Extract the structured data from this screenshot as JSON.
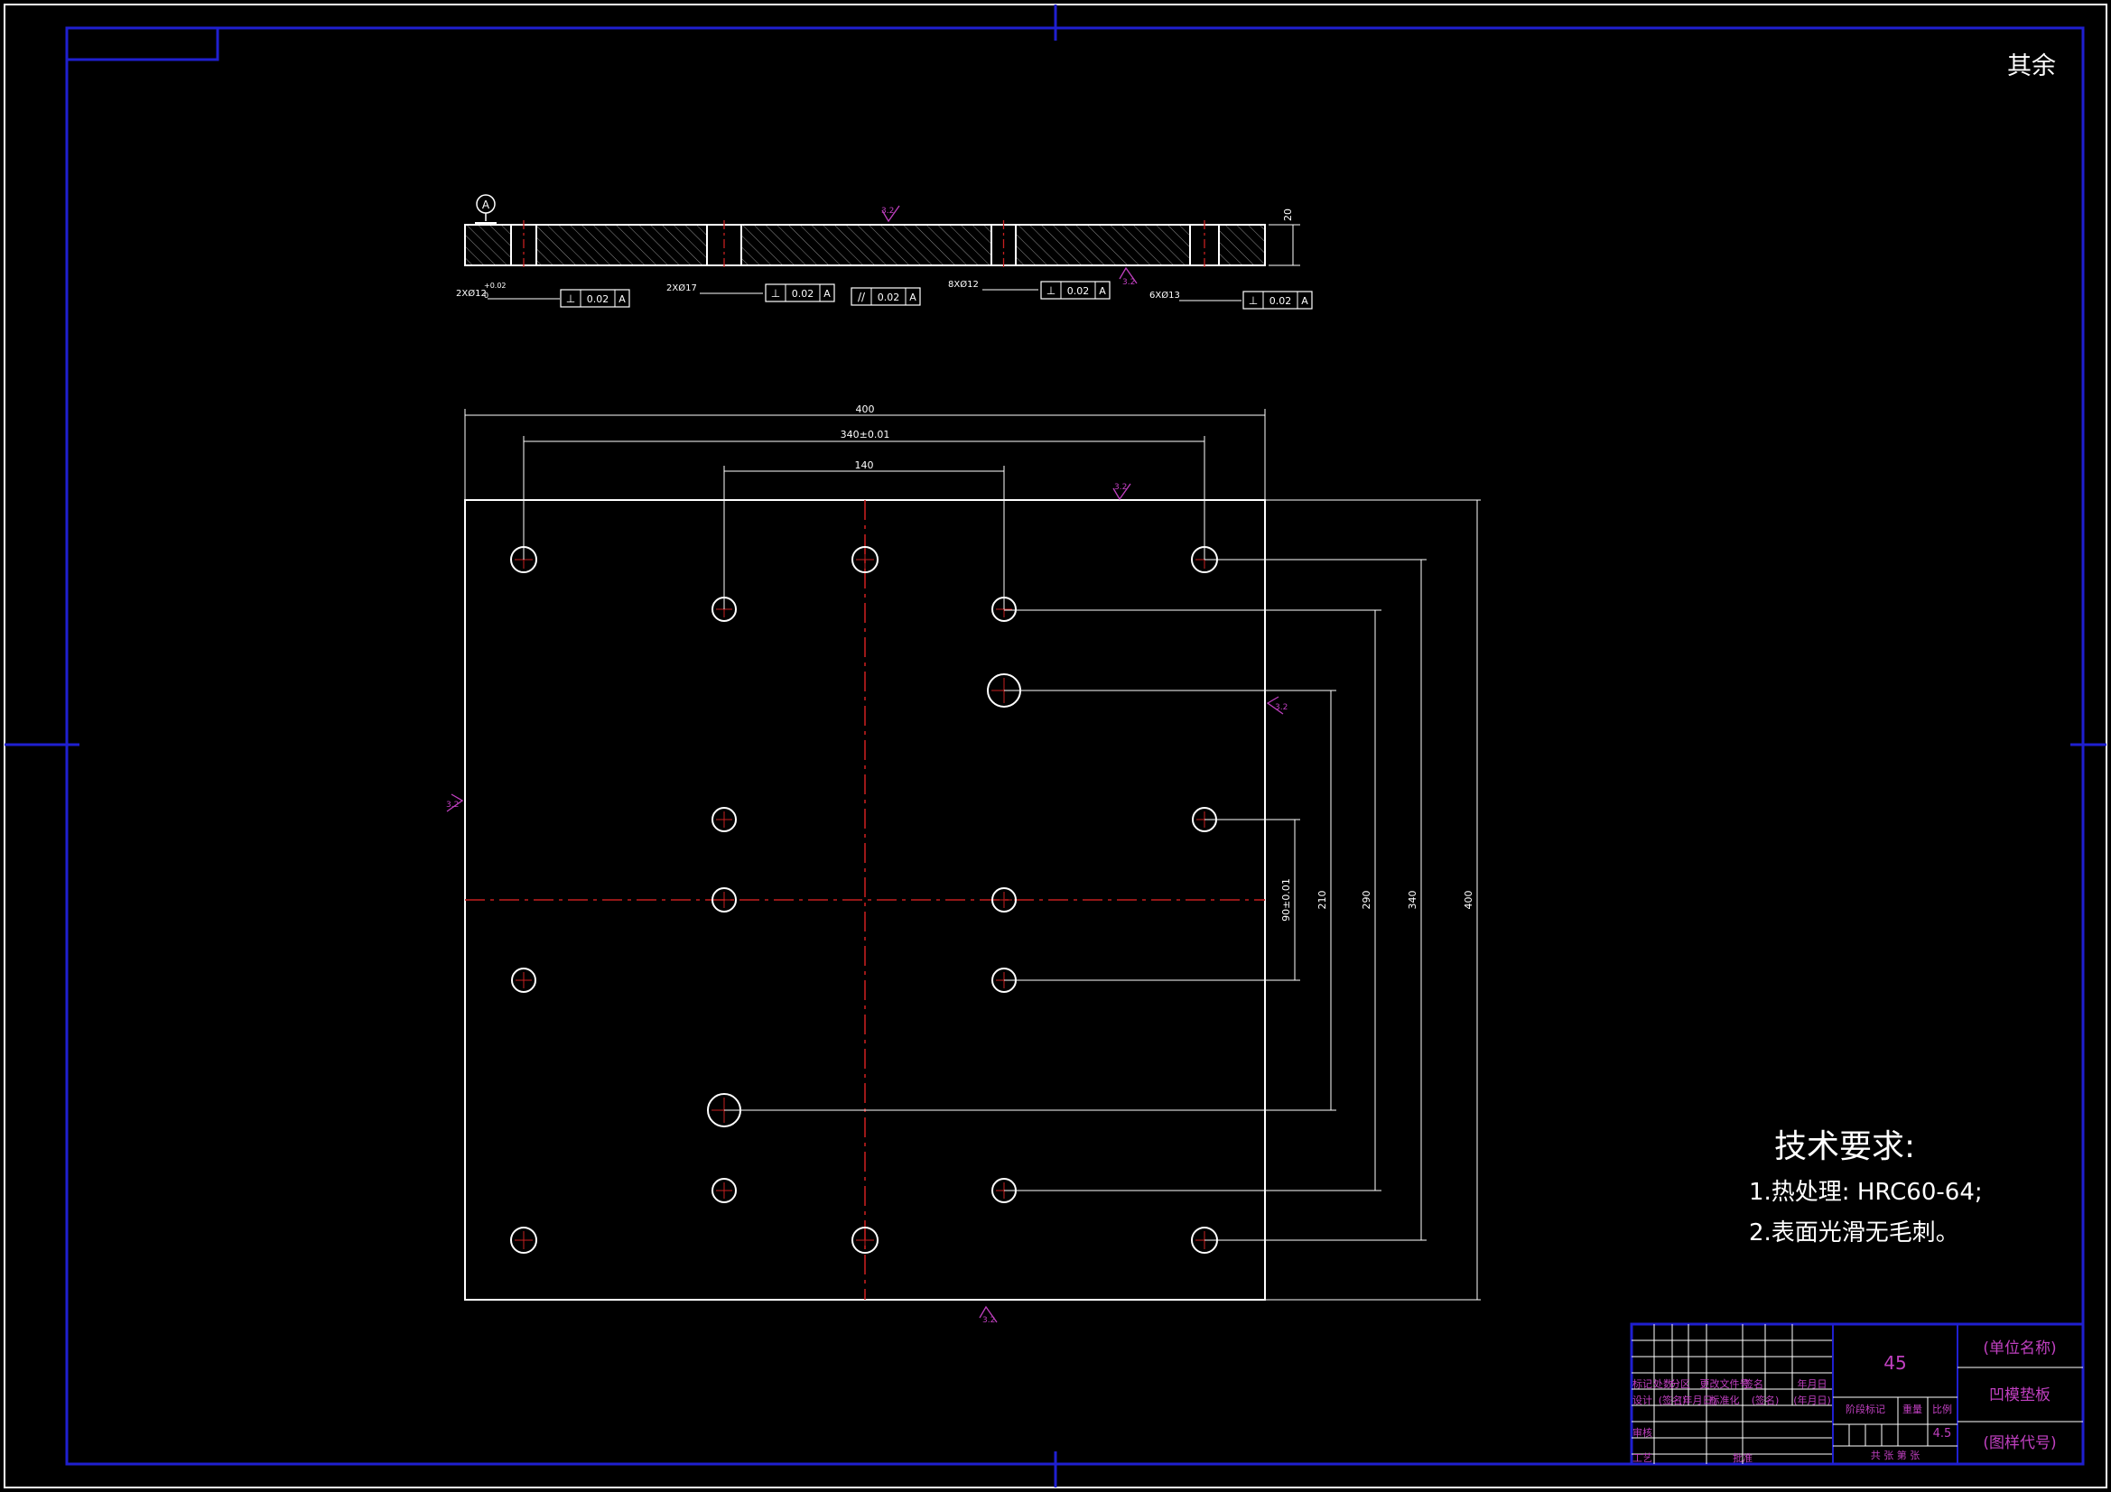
{
  "colors": {
    "frame": "#1f1fd0",
    "line": "#ffffff",
    "center": "#c41f1f",
    "annot": "#c040c0",
    "grid": "#ffffff"
  },
  "corner_note": "其余",
  "section_view": {
    "datum_letter": "A",
    "thickness_dim": "20",
    "roughness_top": "3.2",
    "roughness_bottom": "3.2",
    "callouts": [
      {
        "dim": "2XØ12",
        "tol_upper": "+0.02",
        "tol_lower": "0",
        "sym": "⊥",
        "tol": "0.02",
        "datum": "A"
      },
      {
        "dim": "2XØ17",
        "sym": "⊥",
        "tol": "0.02",
        "datum": "A"
      },
      {
        "dim": "",
        "sym": "//",
        "tol": "0.02",
        "datum": "A"
      },
      {
        "dim": "8XØ12",
        "sym": "⊥",
        "tol": "0.02",
        "datum": "A"
      },
      {
        "dim": "6XØ13",
        "sym": "⊥",
        "tol": "0.02",
        "datum": "A"
      }
    ]
  },
  "plan_view": {
    "dims": {
      "width": "400",
      "hole_span": "340±0.01",
      "inner_span": "140",
      "v1": "90±0.01",
      "v2": "210",
      "v3": "290",
      "v4": "340",
      "height": "400"
    },
    "roughness_top": "3.2",
    "roughness_right": "3.2",
    "roughness_left": "3.2",
    "roughness_bottom": "3.2"
  },
  "tech_req": {
    "heading": "技术要求:",
    "items": [
      "1.热处理: HRC60-64;",
      "2.表面光滑无毛刺。"
    ]
  },
  "title_block": {
    "material": "45",
    "company": "(单位名称)",
    "part_name": "凹模垫板",
    "drawing_no": "(图样代号)",
    "scale_value": "4.5",
    "row_labels_1": [
      "标记",
      "处数",
      "分区",
      "更改文件号",
      "签名",
      "年月日"
    ],
    "row_labels_2": [
      "设计",
      "(签名)",
      "(年月日)",
      "标准化",
      "(签名)",
      "(年月日)"
    ],
    "row_labels_3": [
      "审核"
    ],
    "row_labels_4": [
      "工艺",
      "批准"
    ],
    "stage_label": "阶段标记",
    "weight_label": "重量",
    "scale_label": "比例",
    "sheets_label": "共  张  第  张"
  }
}
